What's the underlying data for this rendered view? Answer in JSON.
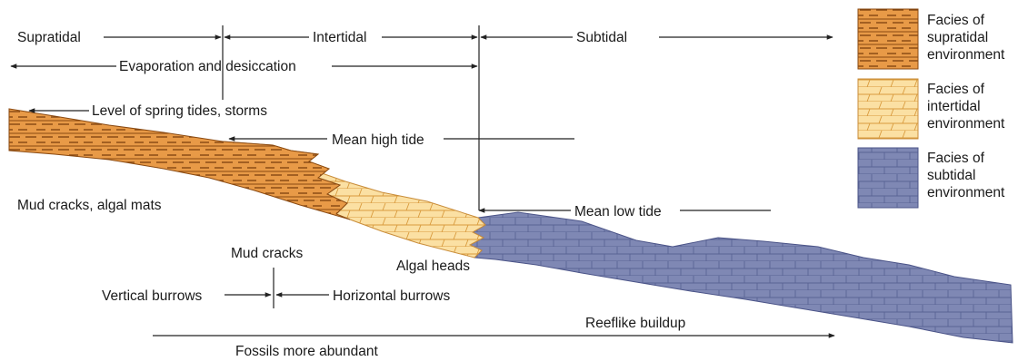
{
  "zones": {
    "supratidal": "Supratidal",
    "intertidal": "Intertidal",
    "subtidal": "Subtidal"
  },
  "labels": {
    "evaporation": "Evaporation and desiccation",
    "spring_tides": "Level of spring tides, storms",
    "mean_high_tide": "Mean high tide",
    "mud_cracks_algal_mats": "Mud cracks, algal mats",
    "mean_low_tide": "Mean low tide",
    "mud_cracks": "Mud cracks",
    "algal_heads": "Algal heads",
    "vertical_burrows": "Vertical burrows",
    "horizontal_burrows": "Horizontal burrows",
    "reeflike_buildup": "Reeflike buildup",
    "fossils_abundant": "Fossils more abundant"
  },
  "legend": [
    {
      "id": "supratidal",
      "lines": [
        "Facies of",
        "supratidal",
        "environment"
      ],
      "color": "#e89a47"
    },
    {
      "id": "intertidal",
      "lines": [
        "Facies of",
        "intertidal",
        "environment"
      ],
      "color": "#fbe0a3"
    },
    {
      "id": "subtidal",
      "lines": [
        "Facies of",
        "subtidal",
        "environment"
      ],
      "color": "#7f88b4"
    }
  ]
}
